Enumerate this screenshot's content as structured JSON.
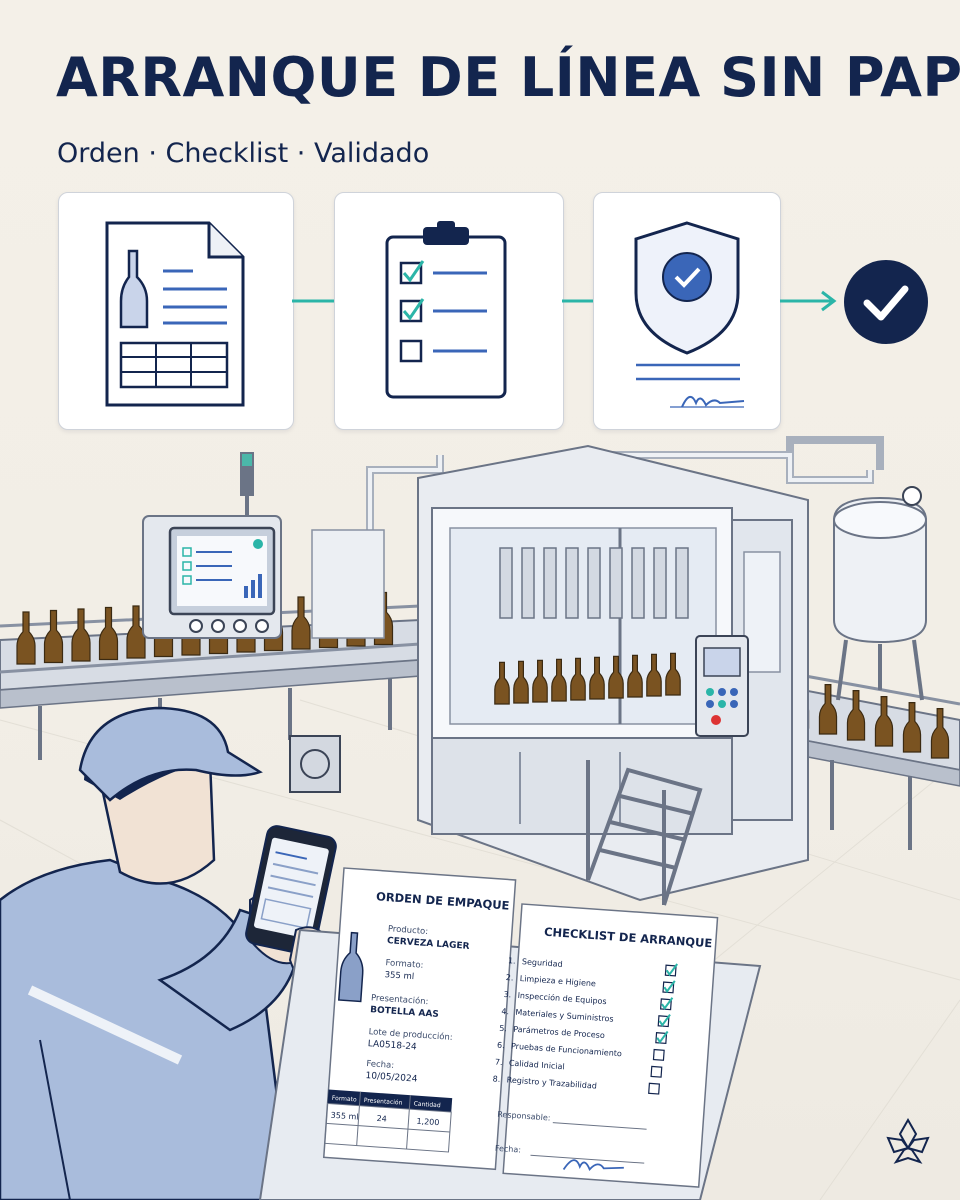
{
  "header": {
    "title": "ARRANQUE DE LÍNEA SIN PAPEL",
    "subtitle": "Orden · Checklist · Validado"
  },
  "steps": [
    {
      "icon": "document-bottle-icon"
    },
    {
      "icon": "clipboard-checklist-icon"
    },
    {
      "icon": "shield-check-icon"
    },
    {
      "icon": "check-circle-icon"
    }
  ],
  "order_sheet": {
    "title": "ORDEN DE EMPAQUE",
    "product_label": "Producto:",
    "product_value": "CERVEZA LAGER",
    "format_label": "Formato:",
    "format_value": "355 ml",
    "presentation_label": "Presentación:",
    "presentation_value": "BOTELLA AAS",
    "lot_label": "Lote de producción:",
    "lot_value": "LA0518-24",
    "date_label": "Fecha:",
    "date_value": "10/05/2024",
    "table_headers": [
      "Formato",
      "Presentación",
      "Cantidad"
    ],
    "table_row": [
      "355 ml",
      "24",
      "1,200"
    ]
  },
  "checklist_sheet": {
    "title": "CHECKLIST DE ARRANQUE",
    "items": [
      {
        "num": "1.",
        "label": "Seguridad",
        "checked": true
      },
      {
        "num": "2.",
        "label": "Limpieza e Higiene",
        "checked": true
      },
      {
        "num": "3.",
        "label": "Inspección de Equipos",
        "checked": true
      },
      {
        "num": "4.",
        "label": "Materiales y Suministros",
        "checked": true
      },
      {
        "num": "5.",
        "label": "Parámetros de Proceso",
        "checked": true
      },
      {
        "num": "6.",
        "label": "Pruebas de Funcionamiento",
        "checked": false
      },
      {
        "num": "7.",
        "label": "Calidad Inicial",
        "checked": false
      },
      {
        "num": "8.",
        "label": "Registro y Trazabilidad",
        "checked": false
      }
    ],
    "responsible_label": "Responsable:",
    "date_label": "Fecha:"
  },
  "colors": {
    "navy": "#13254e",
    "teal": "#2bb5a8",
    "blue": "#3a66b8",
    "bottle": "#7a5321",
    "steel": "#dfe3ea",
    "worker": "#a9bcdc"
  },
  "brand_icon": "flower-logo-icon"
}
